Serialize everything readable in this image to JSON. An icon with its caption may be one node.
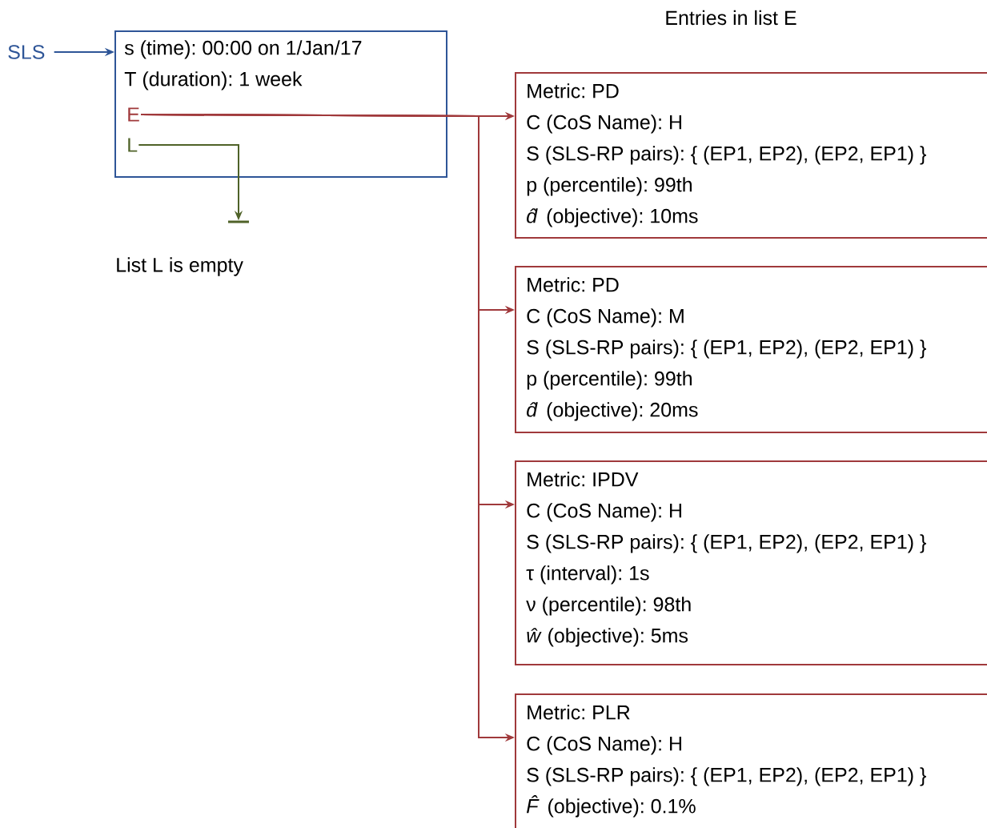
{
  "diagram": {
    "nodes": [
      {
        "text": [
          "SLS"
        ]
      },
      {
        "text": [
          "s (time): 00:00 on 1/Jan/17",
          "T (duration): 1 week"
        ]
      },
      {
        "text": [
          "E"
        ],
        "in": 1
      },
      {
        "text": [
          "L"
        ],
        "in": 1
      },
      {
        "text": [
          "Metric: PD",
          "C (CoS Name): H",
          "S (SLS-RP pairs): { (EP1, EP2), (EP2, EP1) }",
          "p (percentile): 99th",
          "*d̂* (objective): 10ms"
        ]
      },
      {
        "text": [
          "Metric: PD",
          "C (CoS Name): M",
          "S (SLS-RP pairs): { (EP1, EP2), (EP2, EP1) }",
          "p (percentile): 99th",
          "*d̂* (objective): 20ms"
        ]
      },
      {
        "text": [
          "Metric: IPDV",
          "C (CoS Name): H",
          "S (SLS-RP pairs): { (EP1, EP2), (EP2, EP1) }",
          "τ (interval): 1s",
          "ν (percentile): 98th",
          "*ŵ* (objective): 5ms"
        ]
      },
      {
        "text": [
          "Metric: PLR",
          "C (CoS Name): H",
          "S (SLS-RP pairs): { (EP1, EP2), (EP2, EP1) }",
          "*F̂* (objective): 0.1%"
        ]
      },
      {
        "text": [],
        "shape": "bar"
      }
    ],
    "edges": [
      {
        "from": 0,
        "to": 1,
        "arrow": "to",
        "color": "#2e5597"
      },
      {
        "from": 2,
        "to": 4,
        "arrow": "to"
      },
      {
        "from": 2,
        "to": 5,
        "arrow": "to"
      },
      {
        "from": 2,
        "to": 6,
        "arrow": "to"
      },
      {
        "from": 2,
        "to": 7,
        "arrow": "to"
      },
      {
        "from": 3,
        "to": 8,
        "arrow": "to",
        "color": "#4f6228"
      }
    ],
    "labels": [
      "Entries in list E",
      "List L is empty"
    ]
  }
}
